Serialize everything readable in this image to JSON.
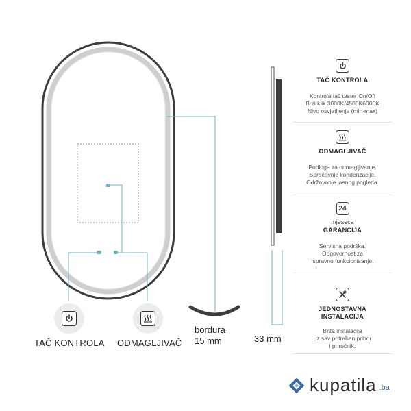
{
  "left_labels": {
    "touch_control": "TAČ KONTROLA",
    "defogger": "ODMAGLJIVAČ",
    "border_label": "bordura",
    "border_value": "15 mm",
    "depth_value": "33 mm"
  },
  "features": [
    {
      "title": "TAČ KONTROLA",
      "lines": [
        "Kontrola tač taster On/Off",
        "Brzi klik 3000K/4500K6000K",
        "Nivo osvjetljenja (min-max)"
      ]
    },
    {
      "title": "ODMAGLJIVAČ",
      "lines": [
        "Podloga za odmagljivanje.",
        "Sprečavnje kondenzacije.",
        "Održavanje jasnog pogleda."
      ]
    },
    {
      "badge": "24",
      "subtitle": "mjeseca",
      "title": "GARANCIJA",
      "lines": [
        "Servisna podrška.",
        "Odgovornost za",
        "ispravno funkcionisanje."
      ]
    },
    {
      "title_line1": "JEDNOSTAVNA",
      "title_line2": "INSTALACIJA",
      "lines": [
        "Brza instalacija",
        "uz sav potreban pribor",
        "i priručnik."
      ]
    }
  ],
  "brand": {
    "name": "kupatila",
    "tld": ".ba",
    "accent": "#3a6a9e"
  },
  "colors": {
    "frame": "#3d3d3d",
    "leader_line": "#6fb3bf"
  }
}
